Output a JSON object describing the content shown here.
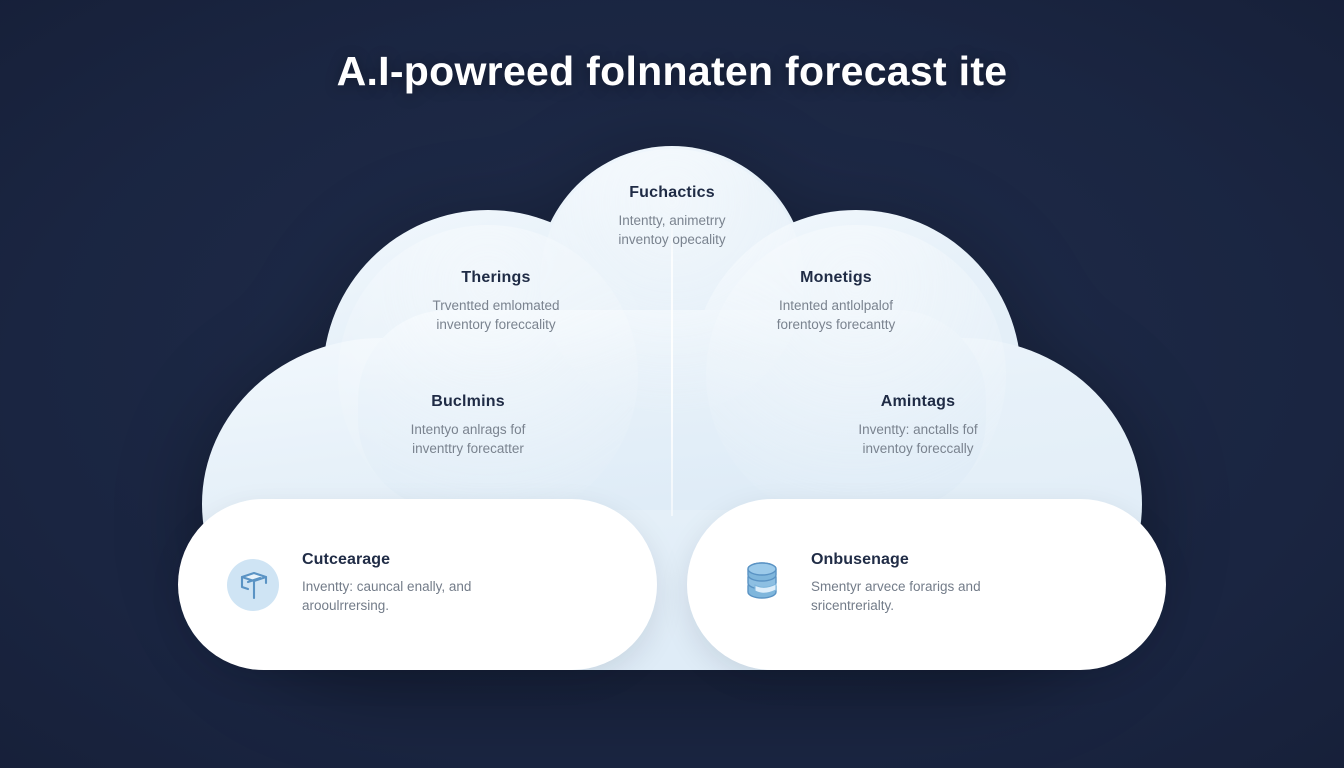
{
  "theme": {
    "background": "#1a2541",
    "cloud_light": "#e4eff8",
    "cloud_pale": "#eff6fc",
    "card_white": "#ffffff",
    "heading_color": "#1f2b45",
    "subtext_color": "#7a838f",
    "title_color": "#ffffff",
    "icon_blue": "#6aa9d8"
  },
  "header": {
    "title": "A.I-powreed folnnaten forecast ite"
  },
  "cloud": {
    "lobes": [
      {
        "id": "top",
        "title": "Fuchactics",
        "subtitle": "Intentty, animetrry\ninventoy opecality"
      },
      {
        "id": "mid-left",
        "title": "Therings",
        "subtitle": "Trventted emlomated\ninventory foreccality"
      },
      {
        "id": "mid-right",
        "title": "Monetigs",
        "subtitle": "Intented antlolpalof\nforentoys forecantty"
      },
      {
        "id": "low-left",
        "title": "Buclmins",
        "subtitle": "Intentyo anlrags fof\ninventtry forecatter"
      },
      {
        "id": "low-right",
        "title": "Amintags",
        "subtitle": "Inventty: anctalls fof\ninventoy foreccally"
      }
    ]
  },
  "cards": [
    {
      "id": "left",
      "icon": "cube-box-icon",
      "title": "Cutcearage",
      "subtitle": "Inventty: cauncal enally, and\narooulrrersing."
    },
    {
      "id": "right",
      "icon": "database-stack-icon",
      "title": "Onbusenage",
      "subtitle": "Smentyr arvece forarigs and\nsricentrerialty."
    }
  ]
}
